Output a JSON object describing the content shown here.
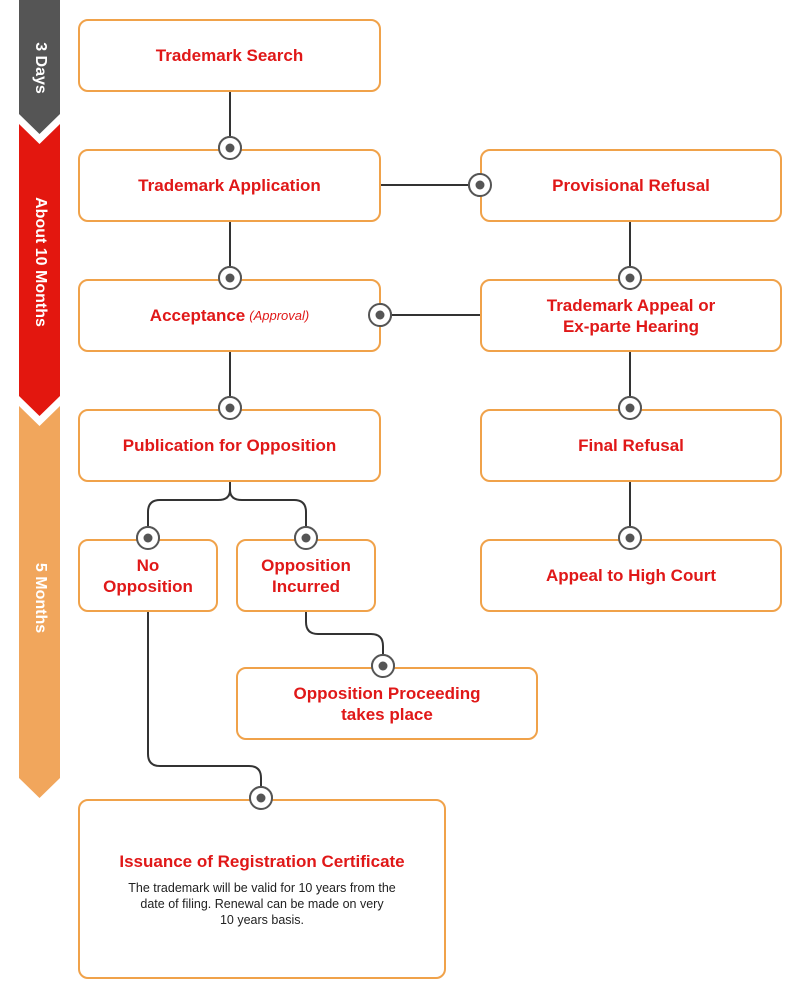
{
  "phases": {
    "p1": {
      "label": "3 Days",
      "color": "#555555"
    },
    "p2": {
      "label": "About 10 Months",
      "color": "#e3170f"
    },
    "p3": {
      "label": "5 Months",
      "color": "#f1a65c"
    }
  },
  "colors": {
    "border": "#f0a24a",
    "text": "#e01818",
    "connector": "#333333",
    "node": "#555555"
  },
  "steps": {
    "search": "Trademark Search",
    "application": "Trademark Application",
    "provisional_refusal": "Provisional Refusal",
    "acceptance": "Acceptance",
    "acceptance_note": "(Approval)",
    "appeal": "Trademark Appeal or\nEx-parte Hearing",
    "publication": "Publication for Opposition",
    "final_refusal": "Final Refusal",
    "no_opposition": "No\nOpposition",
    "opposition_incurred": "Opposition\nIncurred",
    "high_court": "Appeal to High Court",
    "proceeding": "Opposition Proceeding\ntakes place",
    "certificate": "Issuance of Registration Certificate",
    "certificate_desc": "The trademark will be valid for 10 years from the\ndate of filing. Renewal can be made on very\n10 years basis."
  }
}
